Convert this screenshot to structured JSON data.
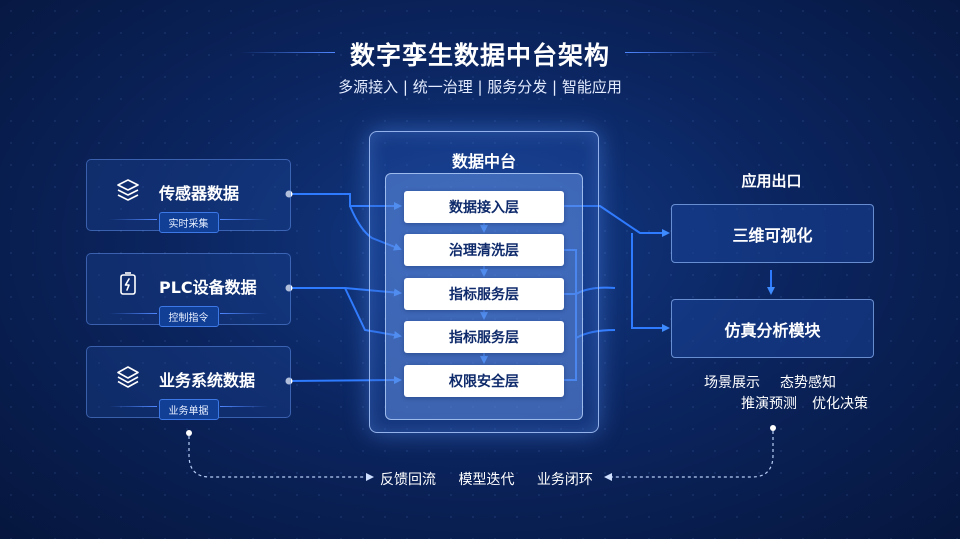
{
  "header": {
    "title": "数字孪生数据中台架构",
    "subtitle": "多源接入 | 统一治理 | 服务分发 | 智能应用"
  },
  "sources": [
    {
      "label": "传感器数据",
      "badge": "实时采集",
      "icon": "layers-icon"
    },
    {
      "label": "PLC设备数据",
      "badge": "控制指令",
      "icon": "battery-device-icon"
    },
    {
      "label": "业务系统数据",
      "badge": "业务单据",
      "icon": "stack-icon"
    }
  ],
  "hub": {
    "title": "数据中台",
    "layers": [
      "数据接入层",
      "治理清洗层",
      "指标服务层",
      "指标服务层",
      "权限安全层"
    ]
  },
  "apps": {
    "title": "应用出口",
    "cards": [
      "三维可视化",
      "仿真分析模块"
    ],
    "tags": [
      "场景展示",
      "态势感知",
      "推演预测",
      "优化决策"
    ]
  },
  "loop": {
    "labels": [
      "反馈回流",
      "模型迭代",
      "业务闭环"
    ]
  },
  "colors": {
    "background": "#0b2560",
    "accent": "#2f7bff",
    "layer_text": "#0f2b6b"
  }
}
